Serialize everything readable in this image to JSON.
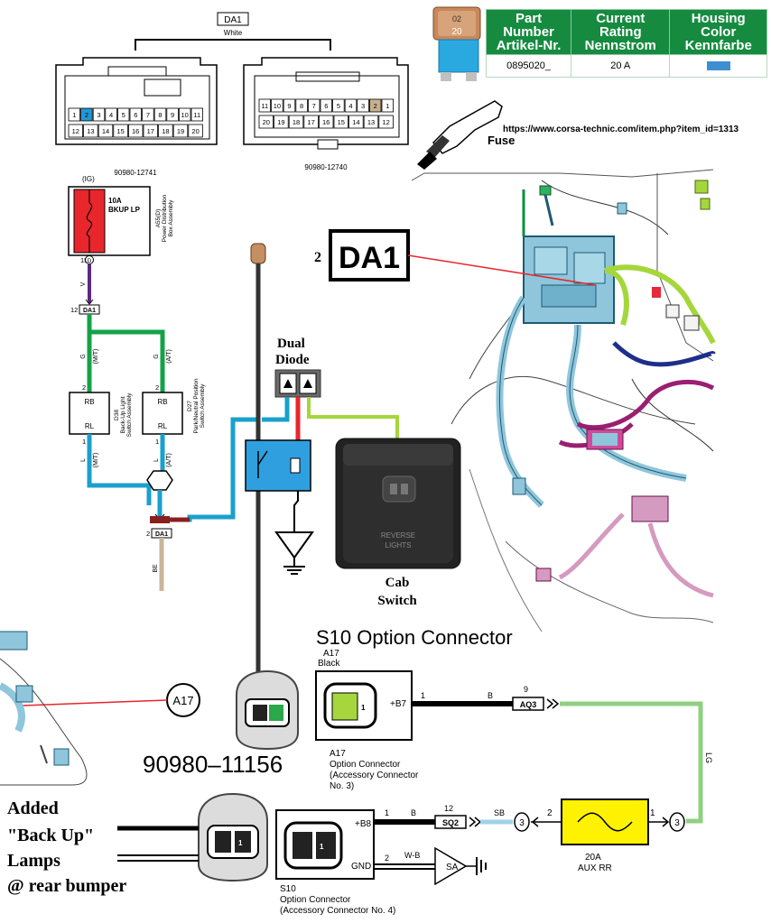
{
  "header": {
    "connector_label": "DA1",
    "connector_color": "White",
    "left_part_no": "90980-12741",
    "right_part_no": "90980-12740",
    "left_pins_top": [
      "1",
      "2",
      "3",
      "4",
      "5",
      "6",
      "7",
      "8",
      "9",
      "10",
      "11"
    ],
    "left_pins_bottom": [
      "12",
      "13",
      "14",
      "15",
      "16",
      "17",
      "18",
      "19",
      "20"
    ],
    "right_pins_top": [
      "11",
      "10",
      "9",
      "8",
      "7",
      "6",
      "5",
      "4",
      "3",
      "2",
      "1"
    ],
    "right_pins_bottom": [
      "20",
      "19",
      "18",
      "17",
      "16",
      "15",
      "14",
      "13",
      "12"
    ]
  },
  "fuse_table": {
    "headers": [
      {
        "line1": "Part Number",
        "line2": "Artikel-Nr."
      },
      {
        "line1": "Current Rating",
        "line2": "Nennstrom"
      },
      {
        "line1": "Housing Color",
        "line2": "Kennfarbe"
      }
    ],
    "row": {
      "part_number": "0895020_",
      "rating": "20 A",
      "housing_color": "#3d8fd1"
    },
    "fuse_top_value": "02",
    "fuse_bottom_value": "20",
    "url": "https://www.corsa-technic.com/item.php?item_id=1313",
    "fuse_label": "Fuse"
  },
  "left_diagram": {
    "ig_label": "(IG)",
    "fuse_amp": "10A",
    "fuse_name": "BKUP LP",
    "box_id": "A55(D)",
    "box_name_1": "Power Distribution",
    "box_name_2": "Box Assembly",
    "pin_15": "15",
    "pin_d": "D",
    "wire_v": "V",
    "da1_pin_12": "12",
    "da1_label": "DA1",
    "wire_g": "G",
    "mt": "(M/T)",
    "at": "(A/T)",
    "pin_2": "2",
    "pin_1": "1",
    "rb": "RB",
    "rl": "RL",
    "d38": "D38",
    "d38_name_1": "Back-Up Light",
    "d38_name_2": "Switch Assembly",
    "d27": "D27",
    "d27_name_1": "Park/Neutral Position",
    "d27_name_2": "Switch Assembly",
    "wire_l": "L",
    "da1_bottom_pin": "2",
    "wire_be": "BE"
  },
  "callout": {
    "number": "2",
    "label": "DA1",
    "dual_diode_1": "Dual",
    "dual_diode_2": "Diode",
    "cab_switch_1": "Cab",
    "cab_switch_2": "Switch",
    "switch_text_1": "REVERSE",
    "switch_text_2": "LIGHTS"
  },
  "s10": {
    "title": "S10  Option Connector",
    "a17_id": "A17",
    "a17_color": "Black",
    "b7": "+B7",
    "pin1": "1",
    "wire_b": "B",
    "aq3_pin": "9",
    "aq3": "AQ3",
    "wire_lg": "LG",
    "a17_desc_1": "A17",
    "a17_desc_2": "Option Connector",
    "a17_desc_3": "(Accessory Connector",
    "a17_desc_4": "No. 3)",
    "a17_circle": "A17",
    "part_no": "90980–11156",
    "b8": "+B8",
    "gnd": "GND",
    "b8_pin": "1",
    "gnd_pin": "2",
    "wire_b2": "B",
    "sq2_pin": "12",
    "sq2": "SQ2",
    "wire_sb": "SB",
    "wire_wb": "W-B",
    "sa": "SA",
    "circle_3": "3",
    "fuse_pin_2": "2",
    "fuse_pin_1": "1",
    "fuse_amp": "20A",
    "fuse_name": "AUX RR",
    "s10_desc_1": "S10",
    "s10_desc_2": "Option Connector",
    "s10_desc_3": "(Accessory Connector No. 4)",
    "pin_label": "1"
  },
  "added": {
    "line1": "Added",
    "line2": "\"Back Up\"",
    "line3": "Lamps",
    "line4": "@ rear bumper"
  }
}
